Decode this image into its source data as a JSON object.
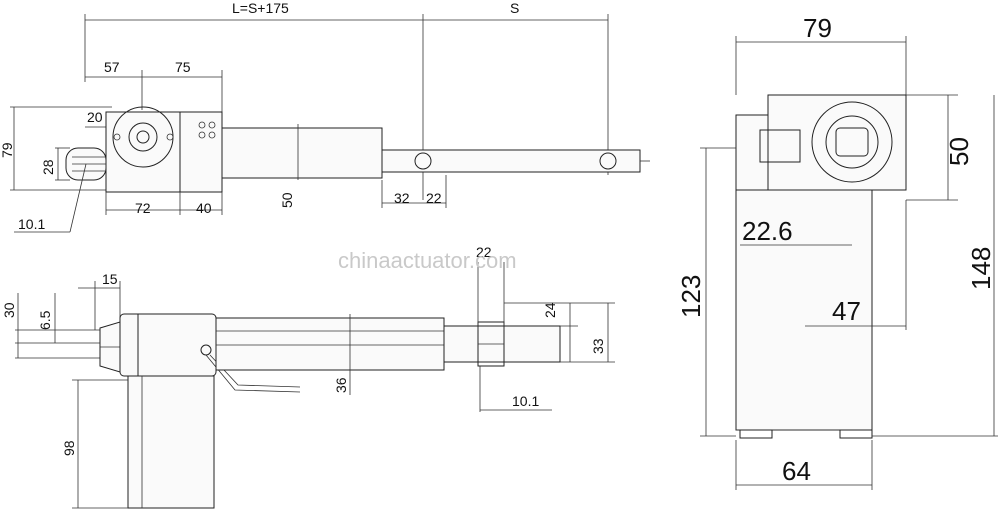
{
  "watermark": "chinaactuator.com",
  "top_view": {
    "overall": "L=S+175",
    "stroke": "S",
    "d57": "57",
    "d75": "75",
    "d79": "79",
    "d28": "28",
    "d20": "20",
    "d72": "72",
    "d40": "40",
    "d50": "50",
    "d32": "32",
    "d22": "22",
    "d10_1": "10.1"
  },
  "side_view": {
    "d15": "15",
    "d30": "30",
    "d6_5": "6.5",
    "d22": "22",
    "d24": "24",
    "d33": "33",
    "d36": "36",
    "d10_1": "10.1",
    "d98": "98"
  },
  "end_view": {
    "d79": "79",
    "d50": "50",
    "d22_6": "22.6",
    "d47": "47",
    "d123": "123",
    "d148": "148",
    "d64": "64"
  }
}
